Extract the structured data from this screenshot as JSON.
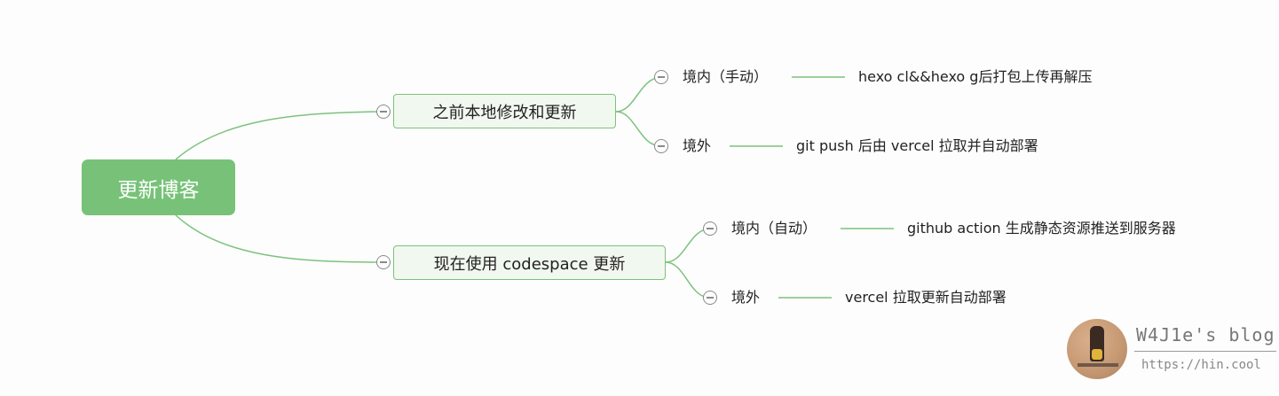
{
  "mindmap": {
    "root": {
      "label": "更新博客"
    },
    "branches": [
      {
        "label": "之前本地修改和更新",
        "children": [
          {
            "label": "境内（手动）",
            "detail": "hexo cl&&hexo g后打包上传再解压"
          },
          {
            "label": "境外",
            "detail": "git push 后由 vercel 拉取并自动部署"
          }
        ]
      },
      {
        "label": "现在使用 codespace 更新",
        "children": [
          {
            "label": "境内（自动）",
            "detail": "github action 生成静态资源推送到服务器"
          },
          {
            "label": "境外",
            "detail": "vercel 拉取更新自动部署"
          }
        ]
      }
    ]
  },
  "watermark": {
    "blog_name": "W4J1e's blog",
    "url": "https://hin.cool"
  },
  "colors": {
    "root_fill": "#77c278",
    "branch_fill": "#f1f8ef",
    "branch_border": "#7cc27d",
    "connector": "#7cc27d",
    "collapse_icon": "#8a8a8a",
    "background": "#fdfdfd"
  }
}
